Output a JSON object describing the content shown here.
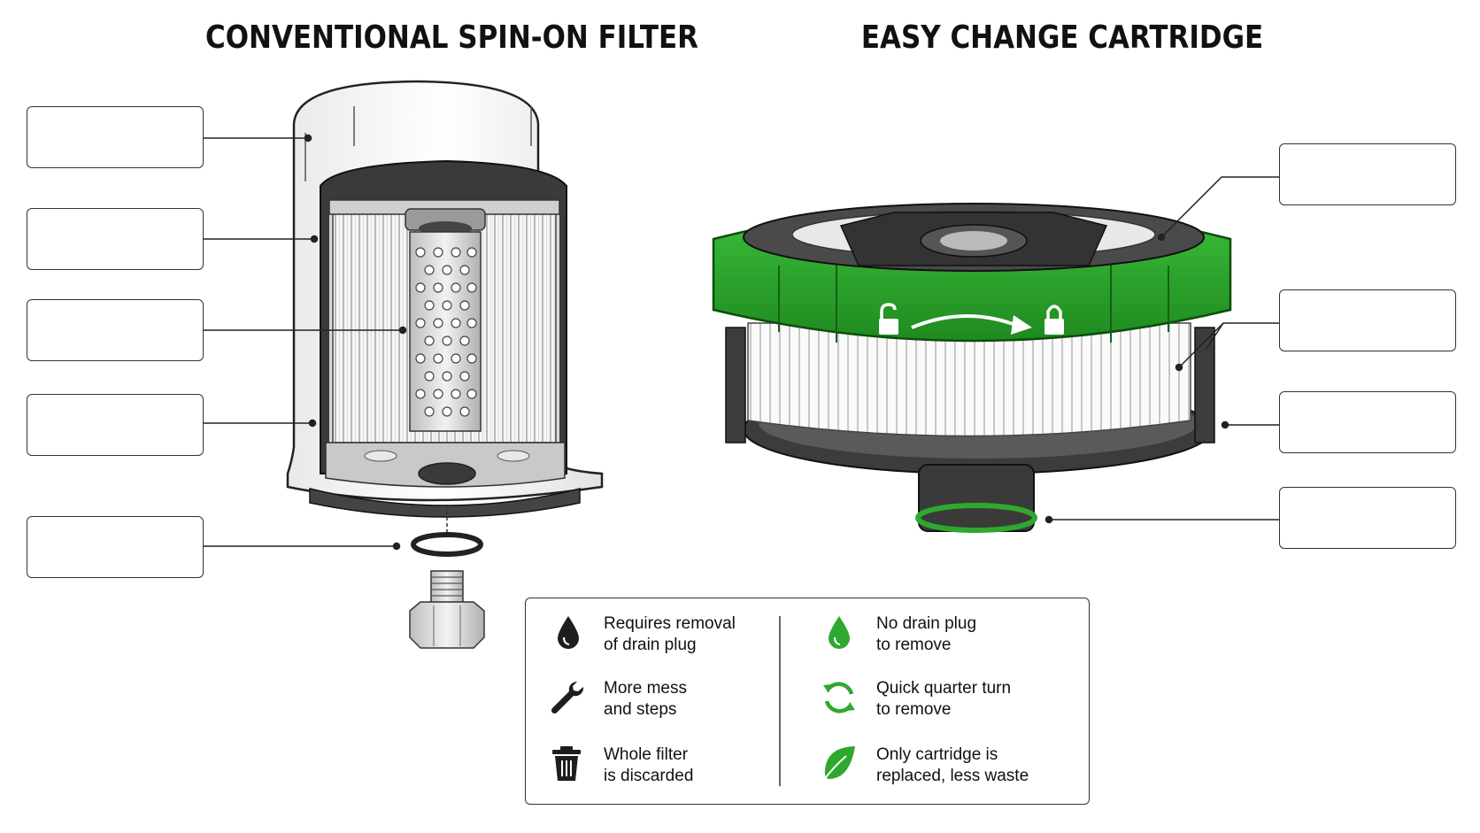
{
  "titles": {
    "left": "CONVENTIONAL SPIN-ON FILTER",
    "right": "EASY CHANGE CARTRIDGE"
  },
  "colors": {
    "accent_green": "#2fa82f",
    "dark_gray": "#3a3a3a",
    "outline": "#333333"
  },
  "icons": {
    "drop_dark": "water-drop-icon",
    "drop_green": "green-water-drop-icon",
    "wrench": "wrench-icon",
    "rotate": "rotate-arrows-icon",
    "trash": "trash-can-icon",
    "leaf": "leaf-icon",
    "unlock": "unlock-icon",
    "lock": "lock-icon"
  },
  "legend": {
    "left": [
      {
        "line1": "Requires removal",
        "line2": "of drain plug"
      },
      {
        "line1": "More mess",
        "line2": "and steps"
      },
      {
        "line1": "Whole filter",
        "line2": "is discarded"
      }
    ],
    "right": [
      {
        "line1": "No drain plug",
        "line2": "to remove"
      },
      {
        "line1": "Quick quarter turn",
        "line2": "to remove"
      },
      {
        "line1": "Only cartridge is",
        "line2": "replaced, less waste"
      }
    ]
  }
}
